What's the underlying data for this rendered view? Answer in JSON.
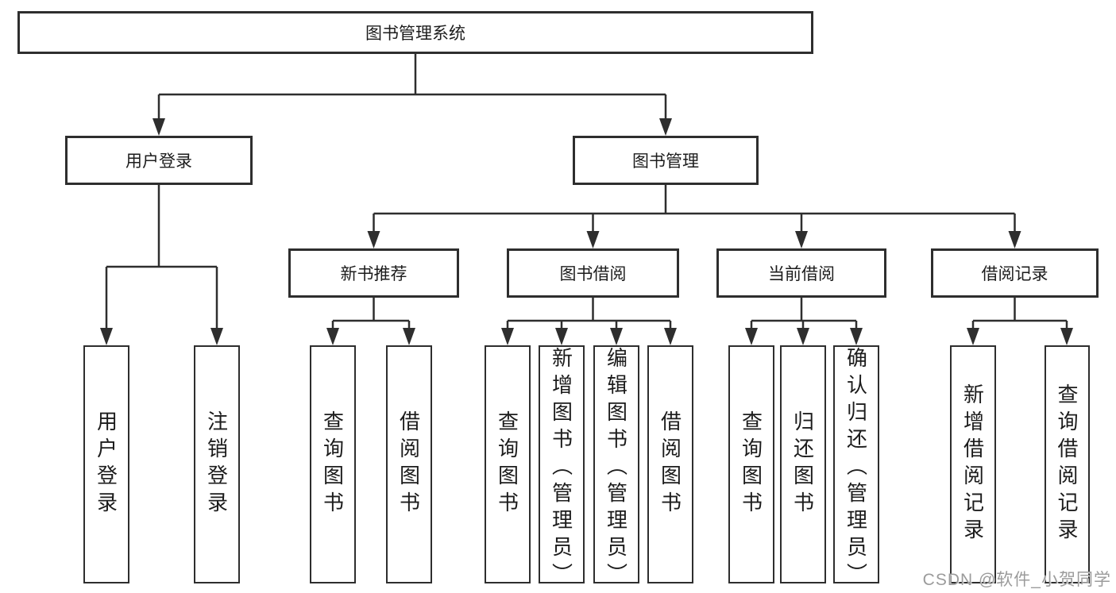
{
  "root": {
    "label": "图书管理系统"
  },
  "level2": [
    {
      "label": "用户登录"
    },
    {
      "label": "图书管理"
    }
  ],
  "level3": [
    {
      "label": "新书推荐"
    },
    {
      "label": "图书借阅"
    },
    {
      "label": "当前借阅"
    },
    {
      "label": "借阅记录"
    }
  ],
  "leaves": {
    "login": [
      {
        "label": "用户登录"
      },
      {
        "label": "注销登录"
      }
    ],
    "newbook": [
      {
        "label": "查询图书"
      },
      {
        "label": "借阅图书"
      }
    ],
    "borrow": [
      {
        "label": "查询图书"
      },
      {
        "label": "新增图书（管理员）"
      },
      {
        "label": "编辑图书（管理员）"
      },
      {
        "label": "借阅图书"
      }
    ],
    "current": [
      {
        "label": "查询图书"
      },
      {
        "label": "归还图书"
      },
      {
        "label": "确认归还（管理员）"
      }
    ],
    "records": [
      {
        "label": "新增借阅记录"
      },
      {
        "label": "查询借阅记录"
      }
    ]
  },
  "watermark": {
    "text": "CSDN @软件_小贺同学"
  },
  "colors": {
    "line": "#2e2e2e",
    "box_border": "#2e2e2e",
    "box_fill": "#ffffff",
    "text": "#1c1c1c",
    "watermark": "#9b9b9b"
  }
}
